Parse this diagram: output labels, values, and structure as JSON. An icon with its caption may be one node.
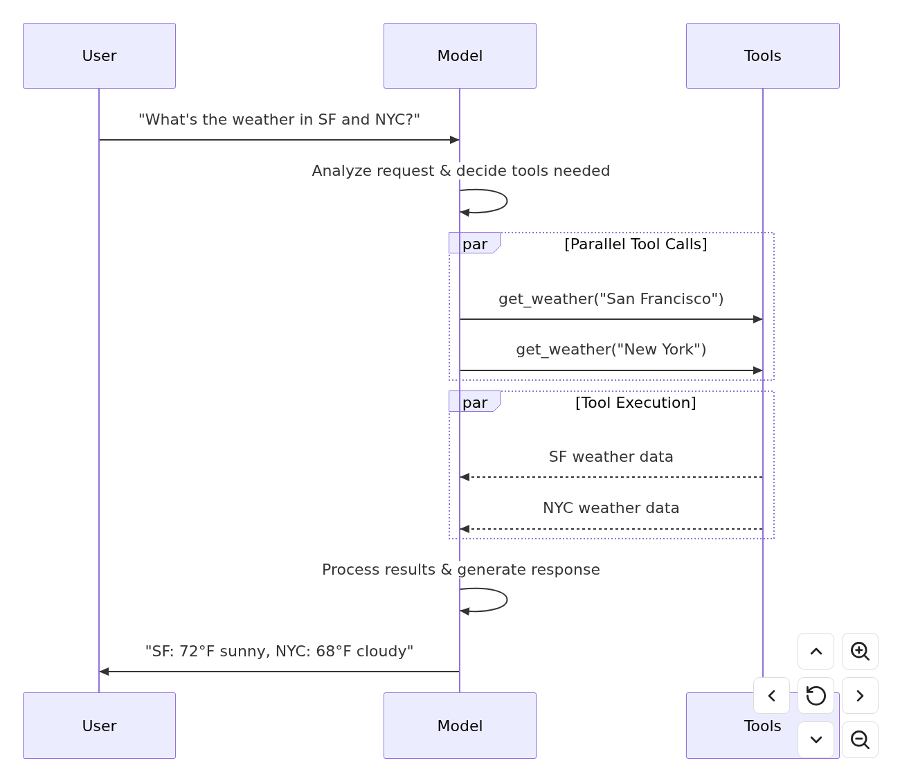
{
  "diagram": {
    "nodes": [
      {
        "text": [
          "User"
        ]
      },
      {
        "text": [
          "Model"
        ]
      },
      {
        "text": [
          "Tools"
        ]
      },
      {
        "text": [],
        "shape": "bar"
      },
      {
        "text": [],
        "shape": "bar"
      },
      {
        "text": [],
        "shape": "bar"
      },
      {
        "text": [
          "User"
        ]
      },
      {
        "text": [
          "Model"
        ]
      },
      {
        "text": [
          "Tools"
        ]
      }
    ],
    "edges": [
      {
        "from": 3,
        "to": 4,
        "arrow": "to",
        "label": "\"What's the weather in SF and NYC?\""
      },
      {
        "from": 4,
        "to": 4,
        "arrow": "to",
        "label": "Analyze request & decide tools needed"
      },
      {
        "from": 4,
        "to": 5,
        "arrow": "to",
        "label": "get_weather(\"San Francisco\")"
      },
      {
        "from": 4,
        "to": 5,
        "arrow": "to",
        "label": "get_weather(\"New York\")"
      },
      {
        "from": 5,
        "to": 4,
        "arrow": "to",
        "label": "SF weather data",
        "style": "dashed"
      },
      {
        "from": 5,
        "to": 4,
        "arrow": "to",
        "label": "NYC weather data",
        "style": "dashed"
      },
      {
        "from": 4,
        "to": 4,
        "arrow": "to",
        "label": "Process results & generate response"
      },
      {
        "from": 4,
        "to": 3,
        "arrow": "to",
        "label": "\"SF: 72°F sunny, NYC: 68°F cloudy\""
      }
    ],
    "labels": [
      "par",
      "[Parallel Tool Calls]",
      "par",
      "[Tool Execution]"
    ]
  }
}
